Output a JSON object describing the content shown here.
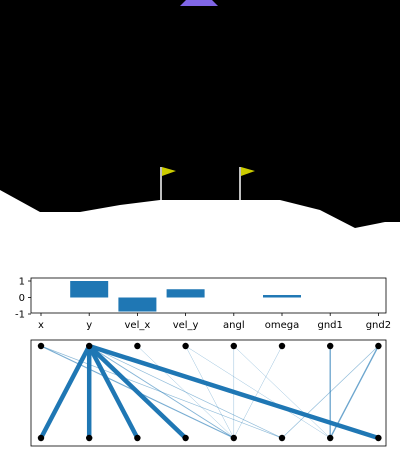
{
  "game": {
    "colors": {
      "sky": "#000000",
      "ground": "#ffffff",
      "lander": "#8066e6",
      "flag": "#cccc00",
      "pole": "#ffffff"
    }
  },
  "chart_data": [
    {
      "type": "bar",
      "categories": [
        "x",
        "y",
        "vel_x",
        "vel_y",
        "angl",
        "omega",
        "gnd1",
        "gnd2"
      ],
      "values": [
        0,
        1.0,
        -0.85,
        0.5,
        0,
        0.15,
        0,
        0
      ],
      "ylim": [
        -1,
        1
      ],
      "yticks": [
        "1",
        "0",
        "-1"
      ],
      "color": "#1f77b4"
    },
    {
      "type": "network",
      "top_nodes": 8,
      "bottom_nodes": 8,
      "edges": [
        {
          "from": 1,
          "to": 0,
          "weight": 1.0
        },
        {
          "from": 1,
          "to": 1,
          "weight": 1.0
        },
        {
          "from": 1,
          "to": 2,
          "weight": 1.0
        },
        {
          "from": 1,
          "to": 3,
          "weight": 1.0
        },
        {
          "from": 1,
          "to": 7,
          "weight": 1.0
        },
        {
          "from": 0,
          "to": 4,
          "weight": 0.25
        },
        {
          "from": 0,
          "to": 5,
          "weight": 0.15
        },
        {
          "from": 1,
          "to": 4,
          "weight": 0.2
        },
        {
          "from": 1,
          "to": 5,
          "weight": 0.15
        },
        {
          "from": 2,
          "to": 4,
          "weight": 0.1
        },
        {
          "from": 3,
          "to": 4,
          "weight": 0.1
        },
        {
          "from": 3,
          "to": 6,
          "weight": 0.1
        },
        {
          "from": 4,
          "to": 4,
          "weight": 0.1
        },
        {
          "from": 4,
          "to": 6,
          "weight": 0.1
        },
        {
          "from": 5,
          "to": 4,
          "weight": 0.1
        },
        {
          "from": 6,
          "to": 6,
          "weight": 0.3
        },
        {
          "from": 7,
          "to": 6,
          "weight": 0.3
        },
        {
          "from": 7,
          "to": 5,
          "weight": 0.15
        }
      ],
      "edge_color": "#1f77b4",
      "node_color": "#000000"
    }
  ]
}
